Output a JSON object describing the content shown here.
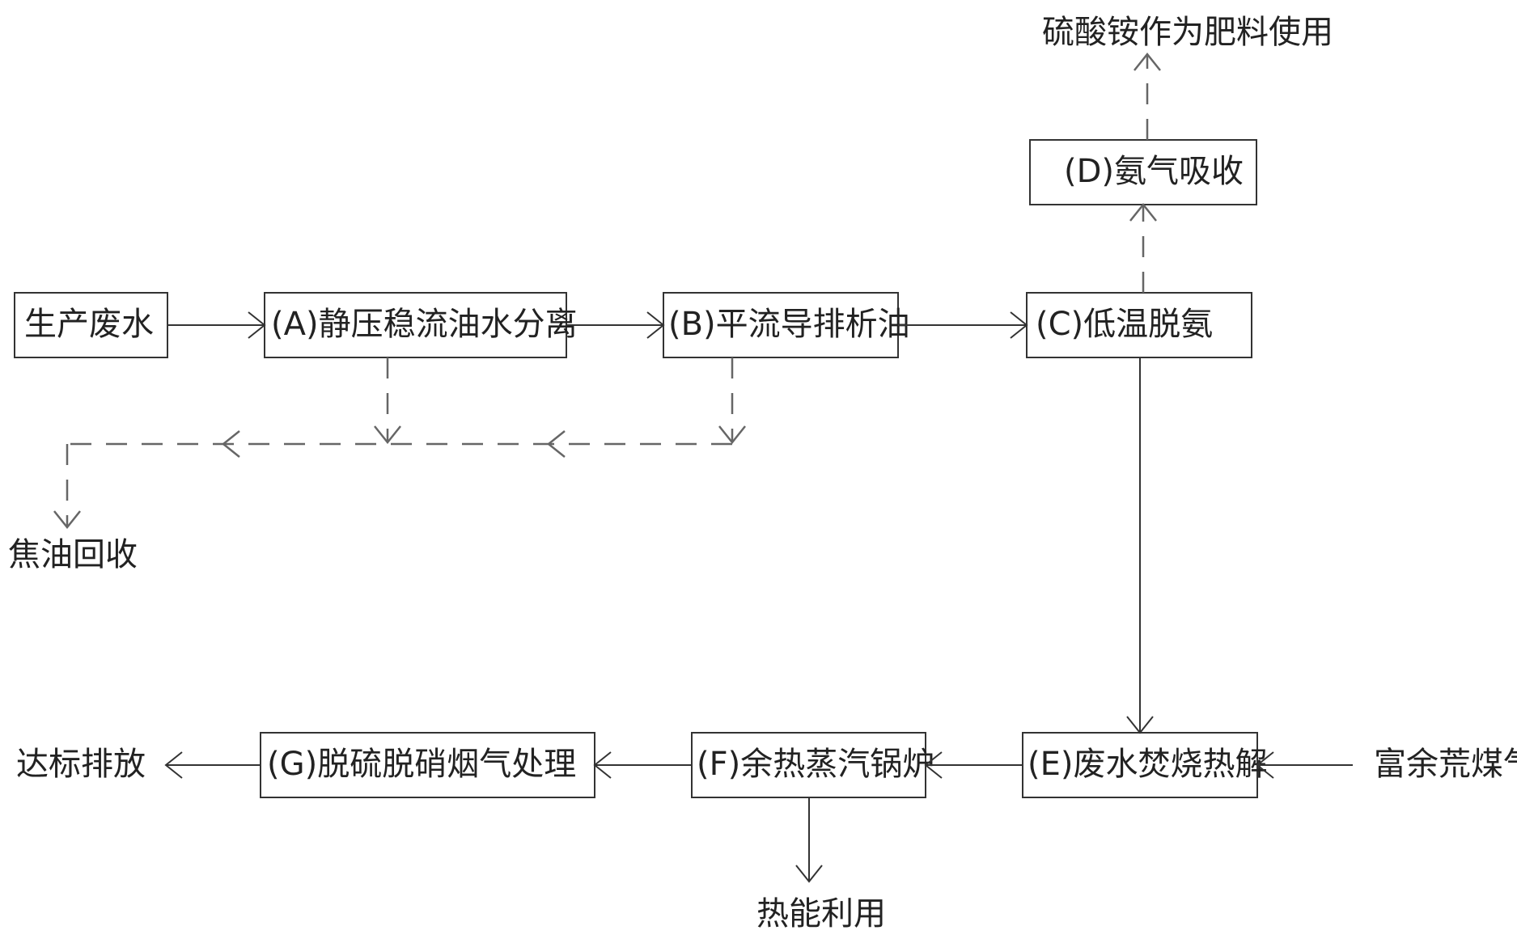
{
  "nodes": {
    "input": "生产废水",
    "a": "(A)静压稳流油水分离",
    "b": "(B)平流导排析油",
    "c": "(C)低温脱氨",
    "d": "(D)氨气吸收",
    "e": "(E)废水焚烧热解",
    "f": "(F)余热蒸汽锅炉",
    "g": "(G)脱硫脱硝烟气处理"
  },
  "outputs": {
    "ammonium_sulfate": "硫酸铵作为肥料使用",
    "tar_recovery": "焦油回收",
    "discharge": "达标排放",
    "heat_use": "热能利用",
    "surplus_gas": "富余荒煤气"
  },
  "colors": {
    "line": "#333333",
    "dashed": "#666666",
    "text": "#222222"
  }
}
